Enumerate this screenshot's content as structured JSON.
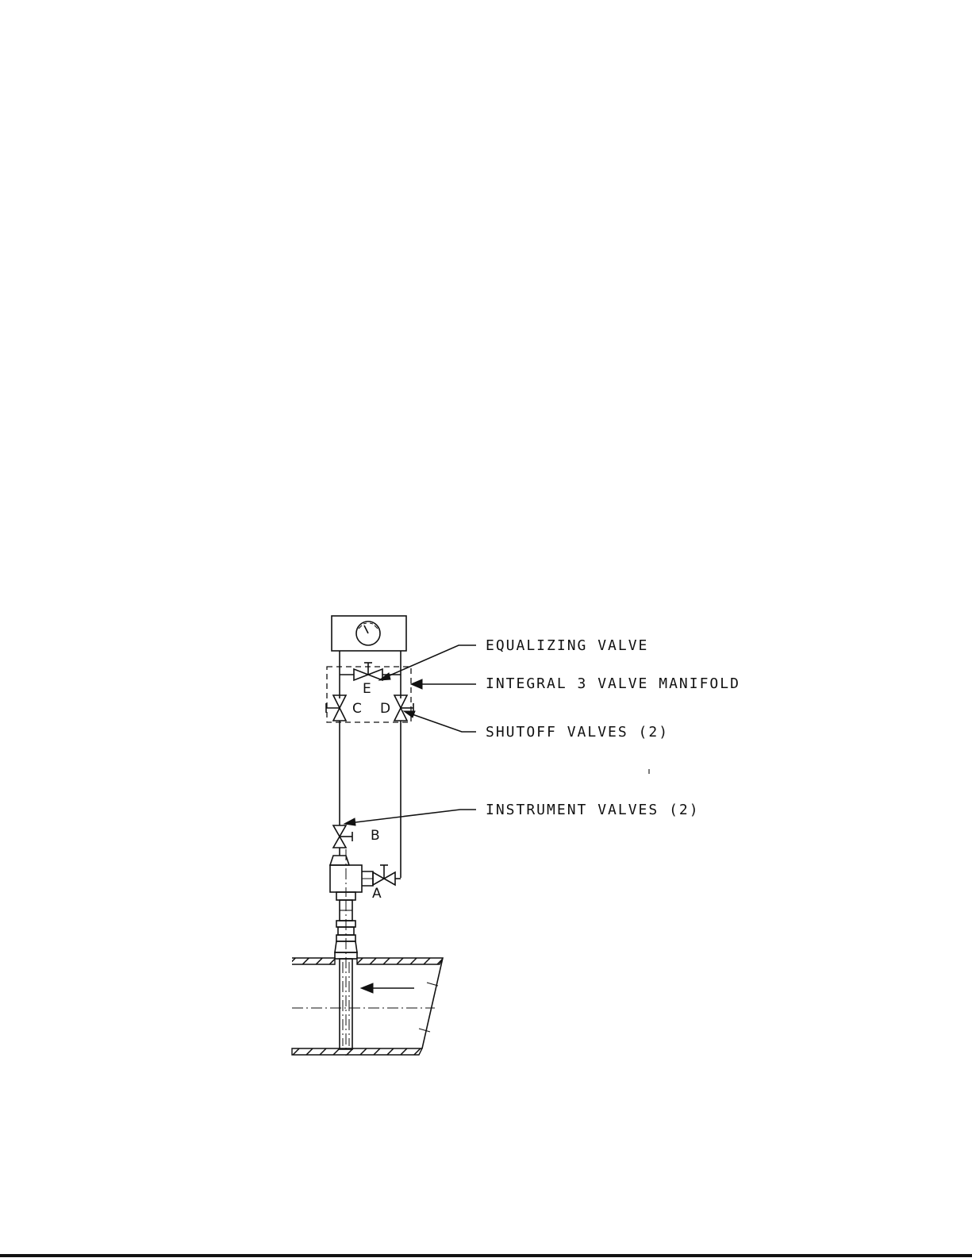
{
  "callouts": {
    "equalizing": "EQUALIZING VALVE",
    "manifold": "INTEGRAL 3 VALVE MANIFOLD",
    "shutoff": "SHUTOFF VALVES (2)",
    "instrument": "INSTRUMENT VALVES (2)"
  },
  "valve_letters": {
    "a": "A",
    "b": "B",
    "c": "C",
    "d": "D",
    "e": "E"
  }
}
